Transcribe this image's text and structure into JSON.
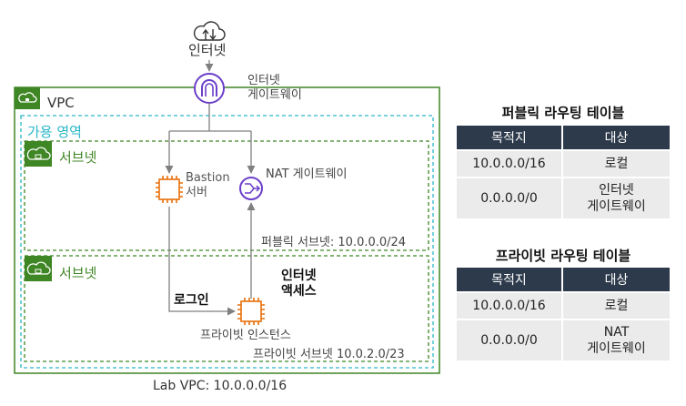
{
  "internet": {
    "label": "인터넷"
  },
  "igw": {
    "label_line1": "인터넷",
    "label_line2": "게이트웨이"
  },
  "vpc": {
    "label": "VPC",
    "footer": "Lab VPC: 10.0.0.0/16"
  },
  "az": {
    "label": "가용 영역"
  },
  "public_subnet": {
    "label": "서브넷",
    "cidr_label": "퍼블릭 서브넷: 10.0.0.0/24",
    "bastion_line1": "Bastion",
    "bastion_line2": "서버",
    "nat_label": "NAT 게이트웨이"
  },
  "private_subnet": {
    "label": "서브넷",
    "cidr_label": "프라이빗 서브넷 10.0.2.0/23",
    "instance_label": "프라이빗 인스턴스",
    "login_label": "로그인",
    "internet_access_line1": "인터넷",
    "internet_access_line2": "액세스"
  },
  "public_route_table": {
    "title": "퍼블릭 라우팅 테이블",
    "headers": [
      "목적지",
      "대상"
    ],
    "rows": [
      {
        "dest": "10.0.0.0/16",
        "target1": "로컬",
        "target2": ""
      },
      {
        "dest": "0.0.0.0/0",
        "target1": "인터넷",
        "target2": "게이트웨이"
      }
    ]
  },
  "private_route_table": {
    "title": "프라이빗 라우팅 테이블",
    "headers": [
      "목적지",
      "대상"
    ],
    "rows": [
      {
        "dest": "10.0.0.0/16",
        "target1": "로컬",
        "target2": ""
      },
      {
        "dest": "0.0.0.0/0",
        "target1": "NAT",
        "target2": "게이트웨이"
      }
    ]
  },
  "colors": {
    "vpc_green": "#3f8624",
    "az_teal": "#29b6c8",
    "igw_purple": "#6b3fc9",
    "ec2_orange": "#e8700a",
    "line_gray": "#7f7f7f",
    "table_header": "#2d3a4b",
    "table_cell": "#ebebeb"
  },
  "icons": [
    "cloud-icon",
    "vpc-icon",
    "subnet-icon",
    "igw-icon",
    "ec2-chip-icon",
    "nat-gateway-icon"
  ]
}
